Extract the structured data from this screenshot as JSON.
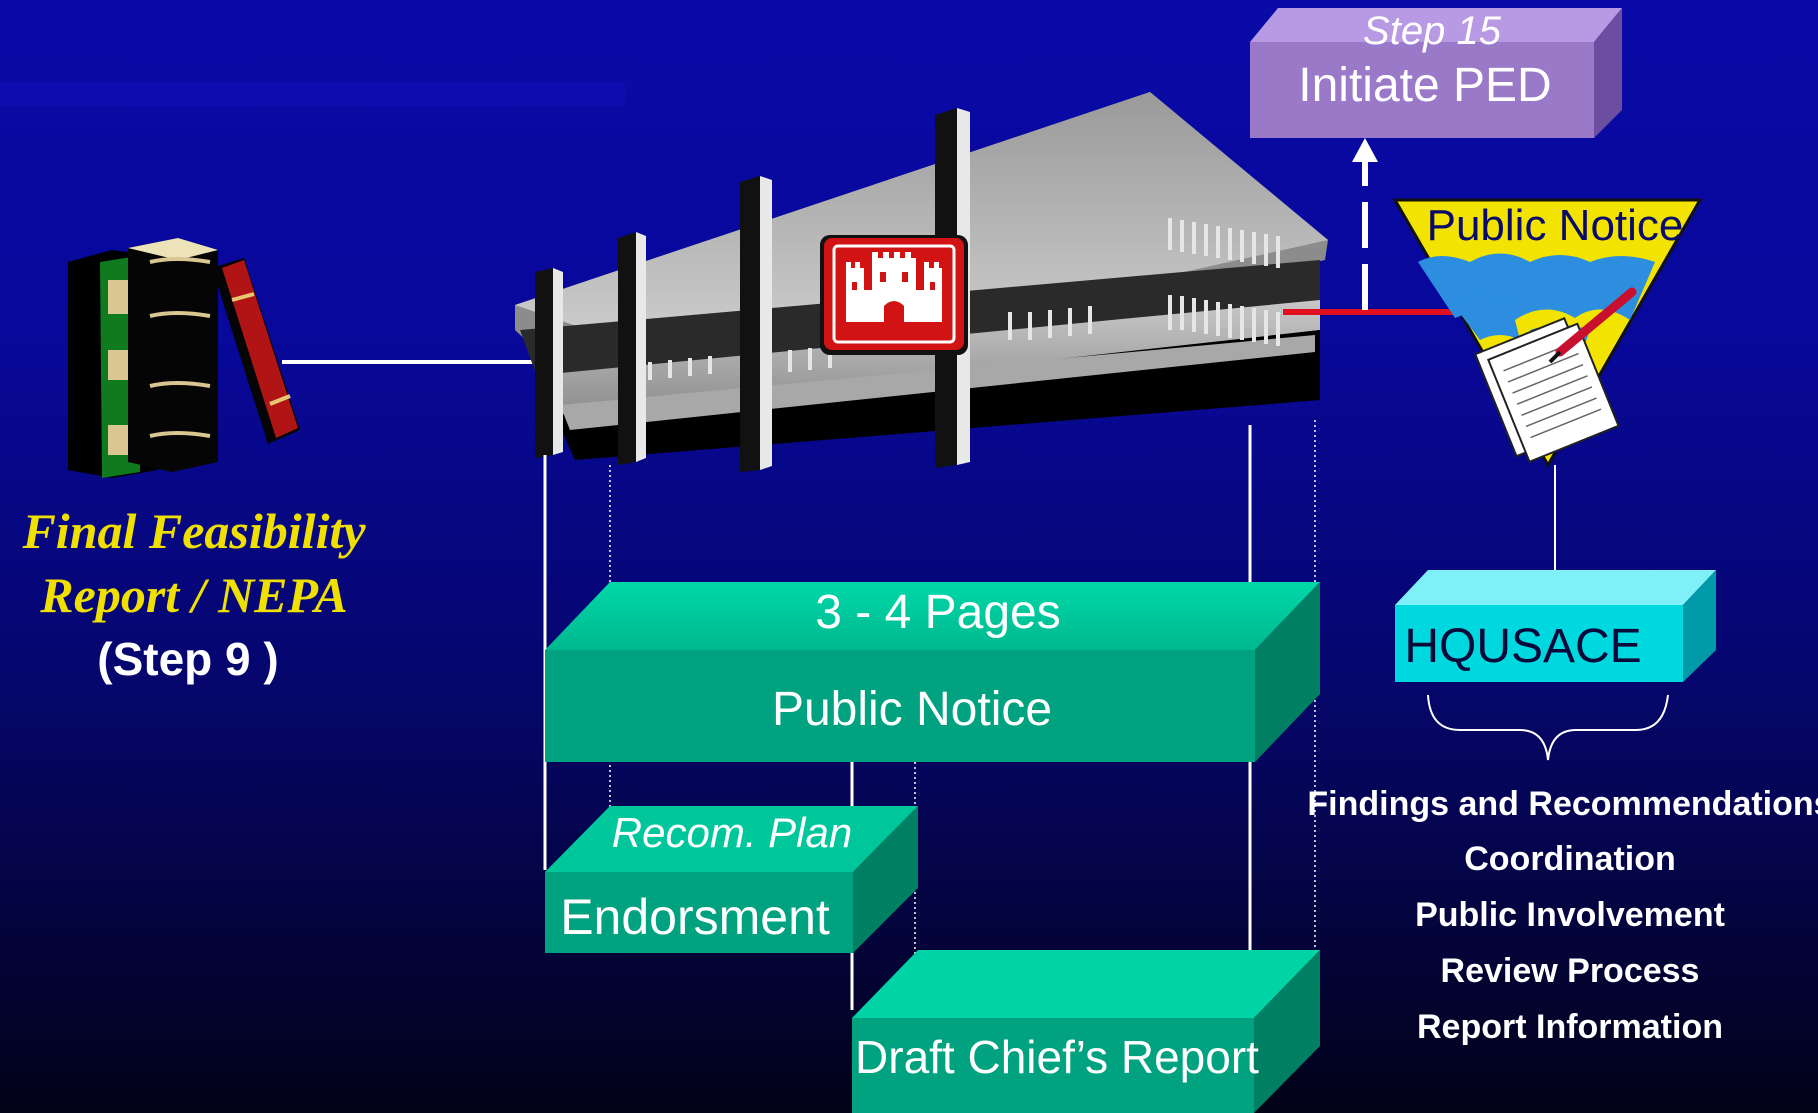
{
  "left_report": {
    "line1": "Final Feasibility",
    "line2": "Report / NEPA",
    "step": "(Step 9 )"
  },
  "step15": {
    "label": "Step 15",
    "title": "Initiate PED"
  },
  "public_notice_sign": "Public Notice",
  "public_notice_box": {
    "top_label": "3 - 4 Pages",
    "front_label": "Public Notice"
  },
  "endorsment_box": {
    "top_label": "Recom. Plan",
    "front_label": "Endorsment"
  },
  "draft_box": {
    "front_label": "Draft Chief’s Report"
  },
  "hqusace": {
    "label": "HQUSACE",
    "items": [
      "Findings and Recommendations",
      "Coordination",
      "Public Involvement",
      "Review Process",
      "Report Information"
    ]
  },
  "colors": {
    "background": "#0808a0",
    "teal": "#00a27f",
    "teal_light": "#00d4a6",
    "cyan": "#00d8e0",
    "purple": "#9a79c8",
    "gold": "#f0e000"
  }
}
